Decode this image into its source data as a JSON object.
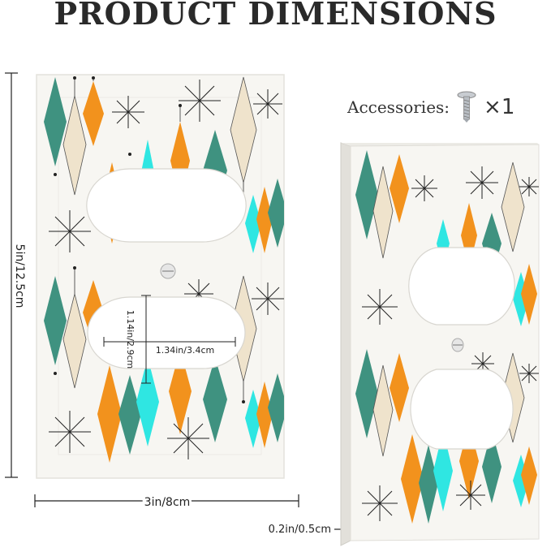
{
  "title": "PRODUCT DIMENSIONS",
  "accessories": {
    "label": "Accessories:",
    "quantity": "×1",
    "icon": "screw-icon"
  },
  "dimensions": {
    "height": "5in/12.5cm",
    "width": "3in/8cm",
    "thickness": "0.2in/0.5cm",
    "outlet_height": "1.14in/2.9cm",
    "outlet_width": "1.34in/3.4cm"
  },
  "colors": {
    "teal": "#3f9280",
    "orange": "#f2921d",
    "cream": "#efe3cc",
    "cyan": "#2fe6e2",
    "plate": "#f7f6f2",
    "star": "#222222"
  }
}
